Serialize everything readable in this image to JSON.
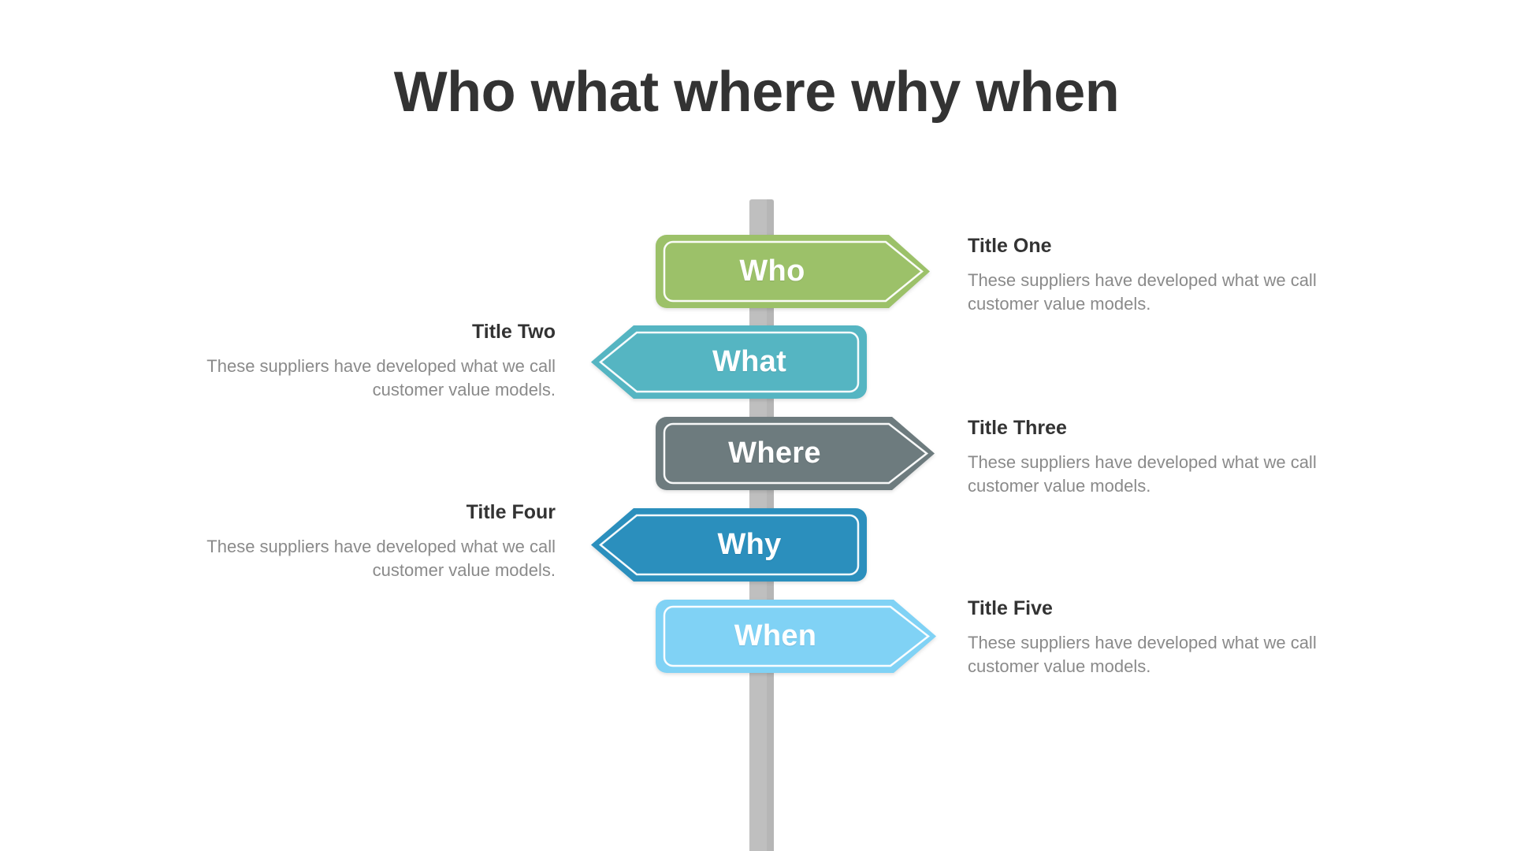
{
  "slide": {
    "title": "Who what where why when",
    "background_color": "#ffffff",
    "title_color": "#333333"
  },
  "signpost": {
    "pole_color": "#bfbfbf",
    "signs": [
      {
        "label": "Who",
        "color": "#9cc169",
        "direction": "right",
        "order": 1
      },
      {
        "label": "What",
        "color": "#55b5c2",
        "direction": "left",
        "order": 2
      },
      {
        "label": "Where",
        "color": "#6d7b7e",
        "direction": "right",
        "order": 3
      },
      {
        "label": "Why",
        "color": "#2b8fbd",
        "direction": "left",
        "order": 4
      },
      {
        "label": "When",
        "color": "#80d2f5",
        "direction": "right",
        "order": 5
      }
    ]
  },
  "descriptions": [
    {
      "title": "Title One",
      "body": "These suppliers have developed what we call customer value models.",
      "side": "right"
    },
    {
      "title": "Title Two",
      "body": "These suppliers have developed what we call customer value models.",
      "side": "left"
    },
    {
      "title": "Title Three",
      "body": "These suppliers have developed what we call customer value models.",
      "side": "right"
    },
    {
      "title": "Title Four",
      "body": "These suppliers have developed what we call customer value models.",
      "side": "left"
    },
    {
      "title": "Title Five",
      "body": "These suppliers have developed what we call customer value models.",
      "side": "right"
    }
  ]
}
